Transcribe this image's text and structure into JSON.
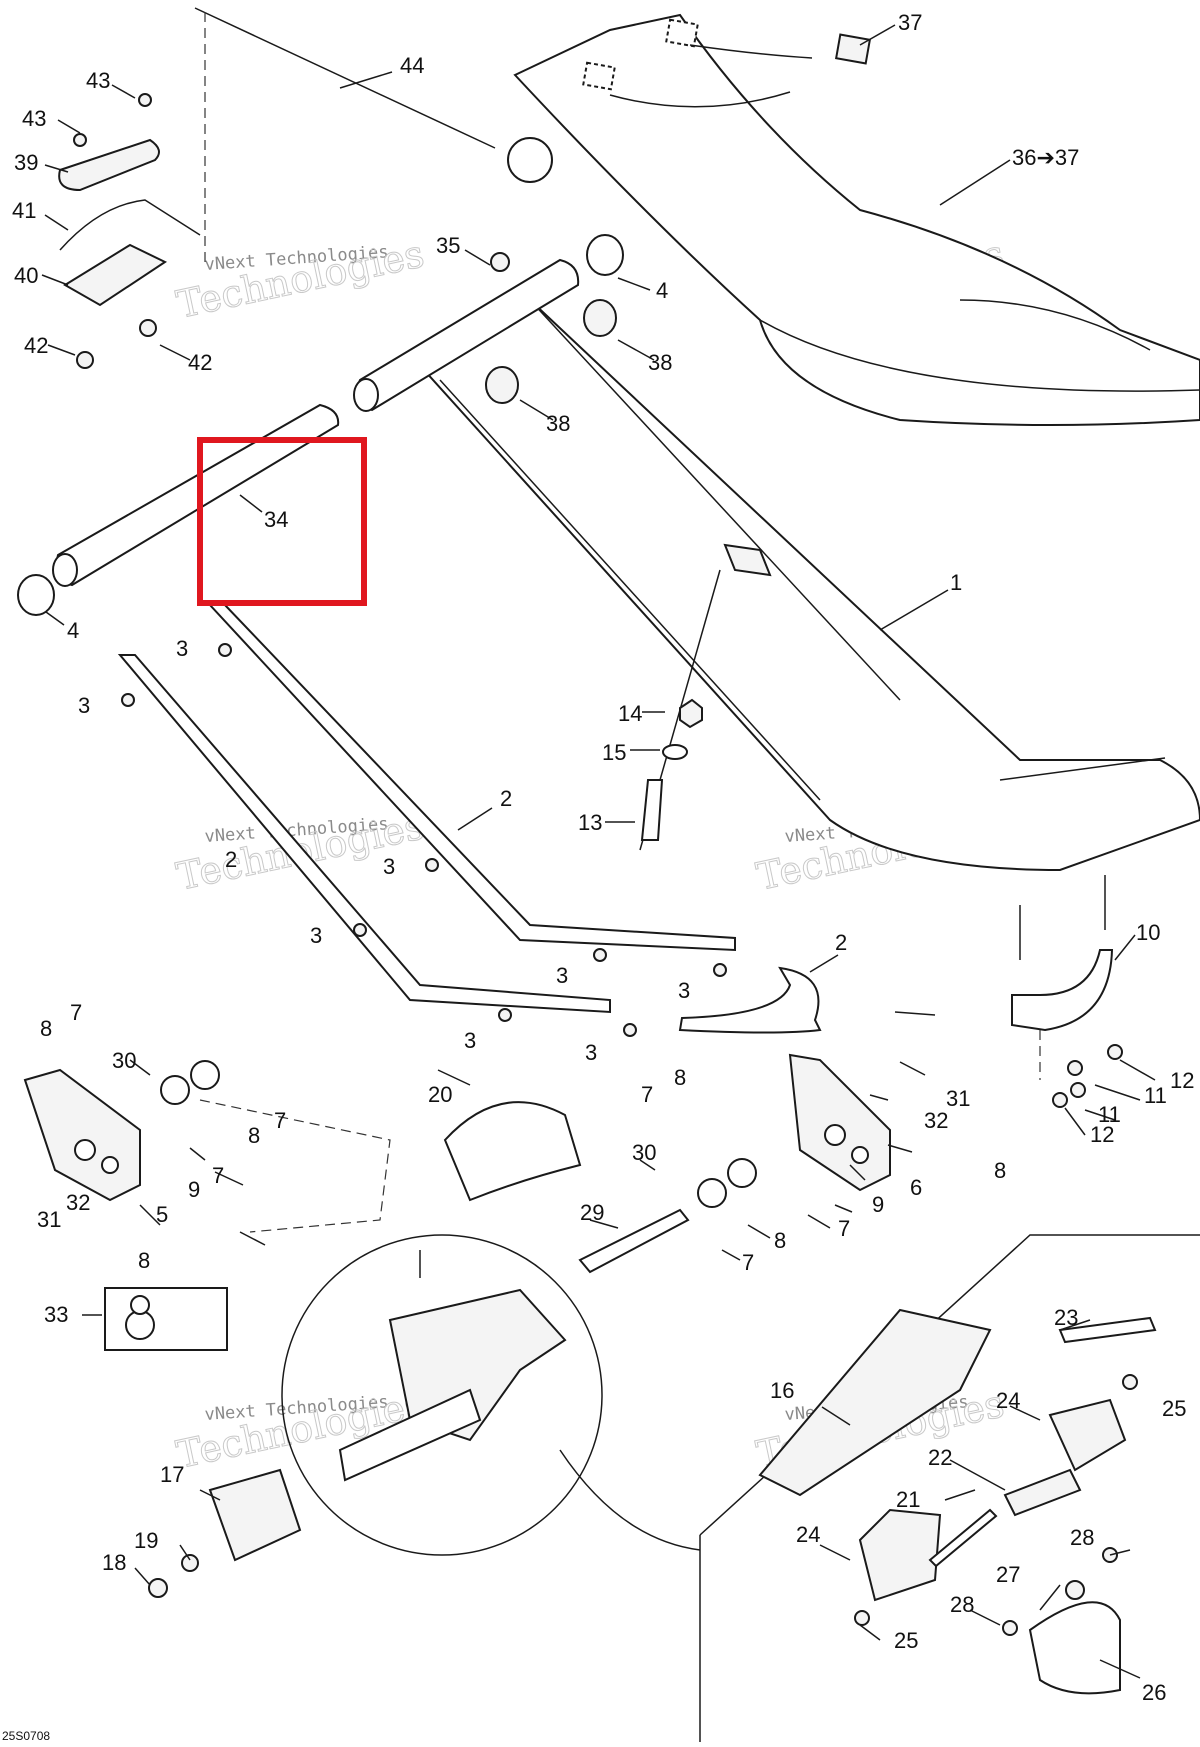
{
  "diagram": {
    "document_code": "25S0708",
    "watermark": {
      "line1": "vNext Technologies",
      "line2": "Technologies"
    },
    "highlight": {
      "part_number": "34",
      "color": "#e0171f"
    },
    "callouts": {
      "c1": "1",
      "c2a": "2",
      "c2b": "2",
      "c2c": "2",
      "c3a": "3",
      "c3b": "3",
      "c3c": "3",
      "c3d": "3",
      "c3e": "3",
      "c3f": "3",
      "c3g": "3",
      "c3h": "3",
      "c4a": "4",
      "c4b": "4",
      "c5": "5",
      "c6": "6",
      "c7a": "7",
      "c7b": "7",
      "c7c": "7",
      "c7d": "7",
      "c7e": "7",
      "c7f": "7",
      "c8a": "8",
      "c8b": "8",
      "c8c": "8",
      "c8d": "8",
      "c8e": "8",
      "c8f": "8",
      "c9a": "9",
      "c9b": "9",
      "c10": "10",
      "c11a": "11",
      "c11b": "11",
      "c12a": "12",
      "c12b": "12",
      "c13": "13",
      "c14": "14",
      "c15": "15",
      "c16": "16",
      "c17": "17",
      "c18": "18",
      "c19": "19",
      "c20": "20",
      "c21": "21",
      "c22": "22",
      "c23": "23",
      "c24a": "24",
      "c24b": "24",
      "c25a": "25",
      "c25b": "25",
      "c26": "26",
      "c27": "27",
      "c28a": "28",
      "c28b": "28",
      "c29": "29",
      "c30a": "30",
      "c30b": "30",
      "c31a": "31",
      "c31b": "31",
      "c32a": "32",
      "c32b": "32",
      "c33": "33",
      "c34": "34",
      "c35": "35",
      "c36": "36➔37",
      "c37": "37",
      "c38a": "38",
      "c38b": "38",
      "c39": "39",
      "c40": "40",
      "c41": "41",
      "c42a": "42",
      "c42b": "42",
      "c43a": "43",
      "c43b": "43",
      "c44": "44"
    }
  }
}
